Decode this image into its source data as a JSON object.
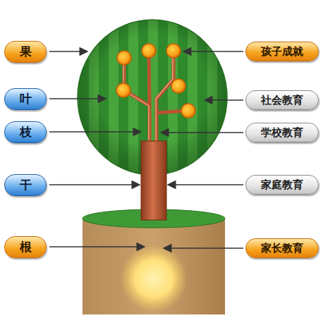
{
  "diagram": {
    "nodes": [
      {
        "text": [
          "果"
        ]
      },
      {
        "text": [
          "孩子成就"
        ]
      },
      {
        "text": [
          "叶"
        ]
      },
      {
        "text": [
          "社会教育"
        ]
      },
      {
        "text": [
          "枝"
        ]
      },
      {
        "text": [
          "学校教育"
        ]
      },
      {
        "text": [
          "干"
        ]
      },
      {
        "text": [
          "家庭教育"
        ]
      },
      {
        "text": [
          "根"
        ]
      },
      {
        "text": [
          "家长教育"
        ]
      }
    ]
  }
}
